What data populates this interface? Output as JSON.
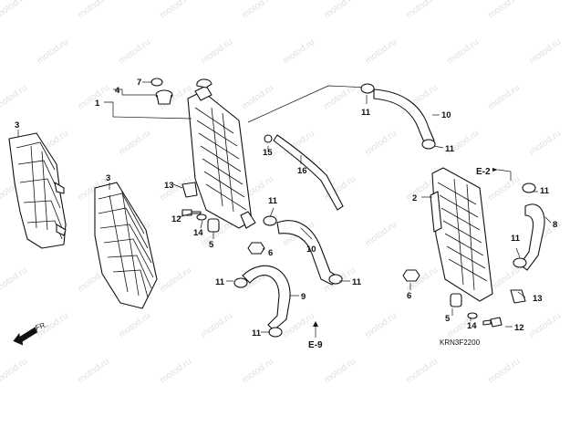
{
  "diagram": {
    "drawing_code": "KRN3F2200",
    "front_indicator": "FR.",
    "watermark_text": "motod.ru",
    "callouts": [
      {
        "key": "n1",
        "text": "1"
      },
      {
        "key": "n2",
        "text": "2"
      },
      {
        "key": "n3a",
        "text": "3"
      },
      {
        "key": "n3b",
        "text": "3"
      },
      {
        "key": "n4",
        "text": "4"
      },
      {
        "key": "n5a",
        "text": "5"
      },
      {
        "key": "n5b",
        "text": "5"
      },
      {
        "key": "n6a",
        "text": "6"
      },
      {
        "key": "n6b",
        "text": "6"
      },
      {
        "key": "n7",
        "text": "7"
      },
      {
        "key": "n8",
        "text": "8"
      },
      {
        "key": "n9",
        "text": "9"
      },
      {
        "key": "n10a",
        "text": "10"
      },
      {
        "key": "n10b",
        "text": "10"
      },
      {
        "key": "n11a",
        "text": "11"
      },
      {
        "key": "n11b",
        "text": "11"
      },
      {
        "key": "n11c",
        "text": "11"
      },
      {
        "key": "n11d",
        "text": "11"
      },
      {
        "key": "n11e",
        "text": "11"
      },
      {
        "key": "n11f",
        "text": "11"
      },
      {
        "key": "n11g",
        "text": "11"
      },
      {
        "key": "n12a",
        "text": "12"
      },
      {
        "key": "n12b",
        "text": "12"
      },
      {
        "key": "n13a",
        "text": "13"
      },
      {
        "key": "n13b",
        "text": "13"
      },
      {
        "key": "n14a",
        "text": "14"
      },
      {
        "key": "n14b",
        "text": "14"
      },
      {
        "key": "n15",
        "text": "15"
      },
      {
        "key": "n16",
        "text": "16"
      }
    ],
    "section_refs": [
      {
        "key": "e2",
        "text": "E-2"
      },
      {
        "key": "e9",
        "text": "E-9"
      }
    ]
  }
}
